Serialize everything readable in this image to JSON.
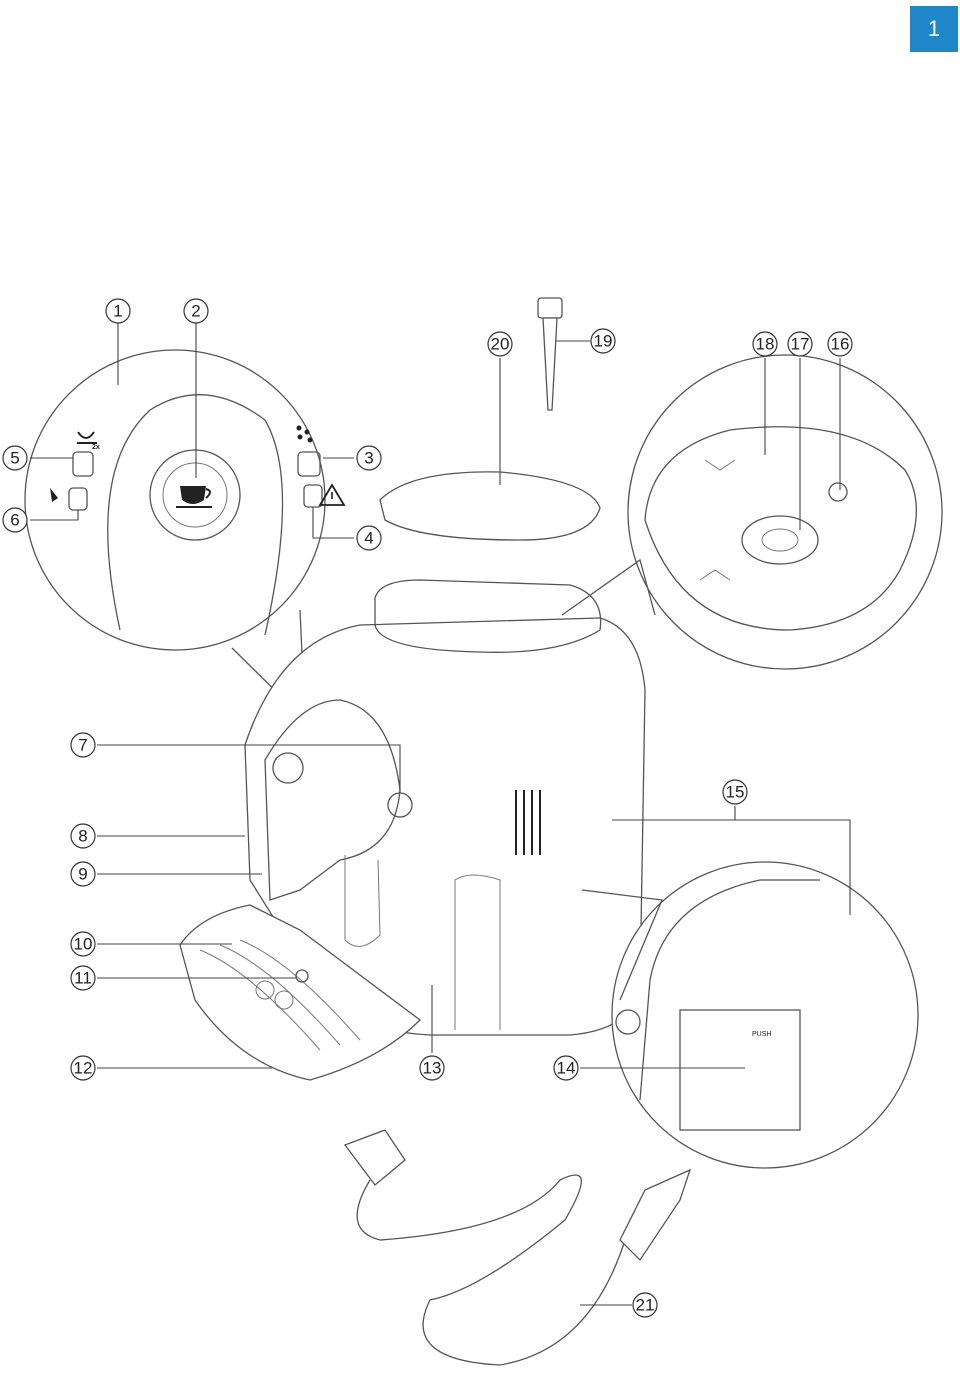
{
  "page": {
    "number": "1",
    "accent_color": "#1d87c9"
  },
  "callouts": [
    {
      "id": "c1",
      "label": "1"
    },
    {
      "id": "c2",
      "label": "2"
    },
    {
      "id": "c3",
      "label": "3"
    },
    {
      "id": "c4",
      "label": "4"
    },
    {
      "id": "c5",
      "label": "5"
    },
    {
      "id": "c6",
      "label": "6"
    },
    {
      "id": "c7",
      "label": "7"
    },
    {
      "id": "c8",
      "label": "8"
    },
    {
      "id": "c9",
      "label": "9"
    },
    {
      "id": "c10",
      "label": "10"
    },
    {
      "id": "c11",
      "label": "11"
    },
    {
      "id": "c12",
      "label": "12"
    },
    {
      "id": "c13",
      "label": "13"
    },
    {
      "id": "c14",
      "label": "14"
    },
    {
      "id": "c15",
      "label": "15"
    },
    {
      "id": "c16",
      "label": "16"
    },
    {
      "id": "c17",
      "label": "17"
    },
    {
      "id": "c18",
      "label": "18"
    },
    {
      "id": "c19",
      "label": "19"
    },
    {
      "id": "c20",
      "label": "20"
    },
    {
      "id": "c21",
      "label": "21"
    }
  ],
  "panel_markings": {
    "double_cup": "2x",
    "brew_group_label": "PUSH"
  }
}
